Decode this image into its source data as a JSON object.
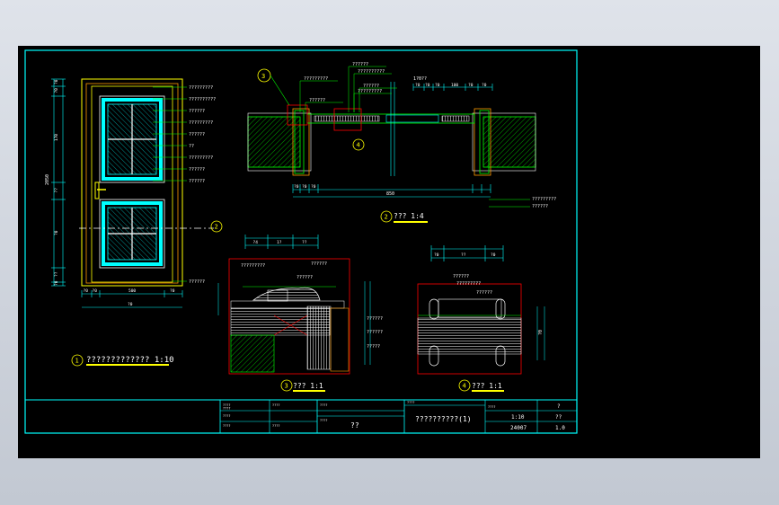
{
  "colors": {
    "background": "#000000",
    "frame": "#00ffff",
    "leaders": "#00ff00",
    "labels": "#ffff00",
    "section": "#ff0000",
    "hatch": "#00cc00",
    "white": "#ffffff"
  },
  "door_elevation": {
    "title": "????????????? 1:10",
    "marker": "1",
    "callout_marker": "2",
    "leader_labels": [
      "?????????",
      "??????????",
      "??????",
      "?????????",
      "??????",
      "??",
      "?????????",
      "??????",
      "??????"
    ],
    "dims_left": [
      "?0",
      "?0",
      "170",
      "??",
      "?0",
      "??",
      "?0"
    ],
    "dim_overall": "2050",
    "dims_bottom": [
      "?0",
      "?0",
      "500",
      "?0"
    ],
    "dim_bottom_total": "?0"
  },
  "plan_section": {
    "title": "??? 1:4",
    "marker": "2",
    "detail_marker_a": "3",
    "detail_marker_b": "4",
    "top_labels": [
      "?????????",
      "??????",
      "??????????",
      "??????",
      "?????????",
      "??????"
    ],
    "right_labels": [
      "?????????",
      "??????"
    ],
    "dims_top": [
      "?0",
      "?0",
      "?0",
      "100",
      "?0",
      "?0"
    ],
    "dim_top_label": "1?0??",
    "dims_bottom": [
      "?0",
      "?0",
      "?0"
    ],
    "dim_bottom_main": "850"
  },
  "detail_3": {
    "title": "??? 1:1",
    "marker": "3",
    "labels": [
      "?????????",
      "??????",
      "??????",
      "??????",
      "??????",
      "?????"
    ],
    "dims_top": [
      "?4",
      "1?",
      "??"
    ]
  },
  "detail_4": {
    "title": "??? 1:1",
    "marker": "4",
    "labels": [
      "??????",
      "?????????",
      "??????"
    ],
    "dims_top": [
      "?0",
      "??",
      "?0"
    ],
    "dim_right": "?0"
  },
  "title_block": {
    "drawing_name": "??????????(1)",
    "center_text": "??",
    "scale": "1:10",
    "drawing_no": "24007",
    "sheet": "?",
    "sheets_total": "??",
    "version": "1.0",
    "small_labels": [
      "????",
      "????",
      "????",
      "????",
      "????",
      "????",
      "????",
      "????",
      "????",
      "????"
    ]
  }
}
